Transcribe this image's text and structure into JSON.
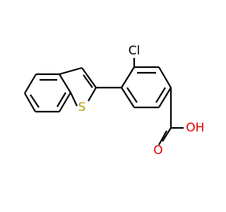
{
  "molecule": {
    "atoms": [
      {
        "label": "Cl",
        "color": "#000000"
      },
      {
        "label": "S",
        "color": "#b3a100"
      },
      {
        "label": "O",
        "color": "#e00000"
      },
      {
        "label": "O",
        "color": "#e00000"
      },
      {
        "label": "H",
        "color": "#e00000"
      }
    ]
  }
}
